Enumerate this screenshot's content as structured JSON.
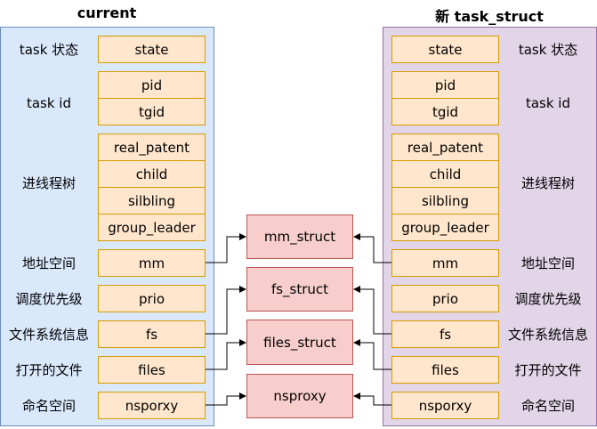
{
  "left": {
    "title": "current",
    "labels": {
      "state": "task 状态",
      "id": "task id",
      "tree": "进线程树",
      "mm": "地址空间",
      "prio": "调度优先级",
      "fs": "文件系统信息",
      "files": "打开的文件",
      "ns": "命名空间"
    },
    "fields": {
      "state": "state",
      "pid": "pid",
      "tgid": "tgid",
      "real_patent": "real_patent",
      "child": "child",
      "silbling": "silbling",
      "group_leader": "group_leader",
      "mm": "mm",
      "prio": "prio",
      "fs": "fs",
      "files": "files",
      "nsporxy": "nsporxy"
    }
  },
  "right": {
    "title": "新 task_struct",
    "labels": {
      "state": "task 状态",
      "id": "task id",
      "tree": "进线程树",
      "mm": "地址空间",
      "prio": "调度优先级",
      "fs": "文件系统信息",
      "files": "打开的文件",
      "ns": "命名空间"
    },
    "fields": {
      "state": "state",
      "pid": "pid",
      "tgid": "tgid",
      "real_patent": "real_patent",
      "child": "child",
      "silbling": "silbling",
      "group_leader": "group_leader",
      "mm": "mm",
      "prio": "prio",
      "fs": "fs",
      "files": "files",
      "nsporxy": "nsporxy"
    }
  },
  "structs": {
    "mm": "mm_struct",
    "fs": "fs_struct",
    "files": "files_struct",
    "ns": "nsproxy"
  },
  "colors": {
    "left_panel": "#dae8fc",
    "right_panel": "#e1d5e7",
    "field": "#ffe6cc",
    "struct": "#f8cecc"
  }
}
